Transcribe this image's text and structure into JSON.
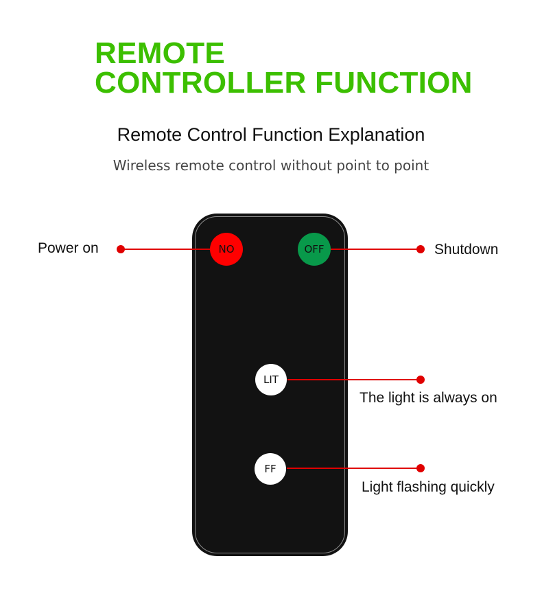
{
  "title": {
    "line1": "REMOTE",
    "line2": "CONTROLLER FUNCTION"
  },
  "subtitle": "Remote Control Function Explanation",
  "tagline": "Wireless remote control without point to point",
  "remote": {
    "buttons": {
      "on": "NO",
      "off": "OFF",
      "lit": "LIT",
      "ff": "FF"
    }
  },
  "labels": {
    "power_on": "Power on",
    "shutdown": "Shutdown",
    "lit": "The light is always on",
    "ff": "Light flashing quickly"
  },
  "colors": {
    "accent": "#3cbf00",
    "on": "#ff0000",
    "off": "#08994a",
    "line": "#e00000"
  }
}
